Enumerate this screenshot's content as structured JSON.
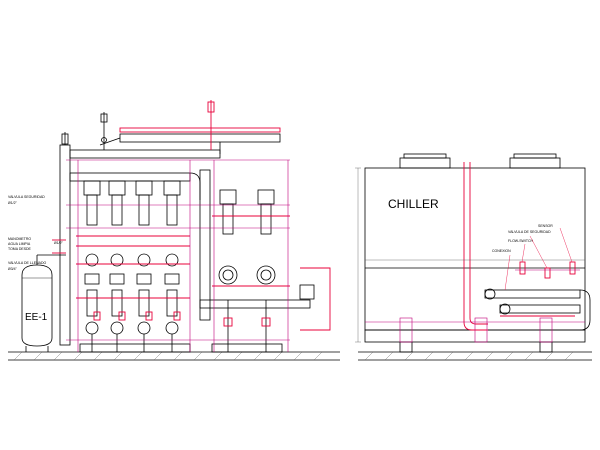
{
  "labels": {
    "chiller": "CHILLER",
    "tank": "EE-1",
    "safety_valve": "VALVULA SEGURIDAD",
    "safety_valve_size": "Ø1/2\"",
    "gauge_note_1": "MANOMETRO",
    "gauge_note_2": "AGUA LIMPIA",
    "gauge_note_3": "TOMA DESDE",
    "gauge_size": "Ø1/2\"",
    "fill_valve": "VALVULA DE LLENADO",
    "fill_valve_size": "Ø3/4\"",
    "chiller_sensor": "SENSOR",
    "chiller_safety_valve": "VALVULA DE SEGURIDAD",
    "chiller_flow_switch": "FLOW-SWITCH",
    "chiller_connection": "CONEXION"
  },
  "colors": {
    "pipe": "#000000",
    "hot_line": "#e8003a",
    "frame": "#c0007a",
    "dimension": "#555555"
  }
}
